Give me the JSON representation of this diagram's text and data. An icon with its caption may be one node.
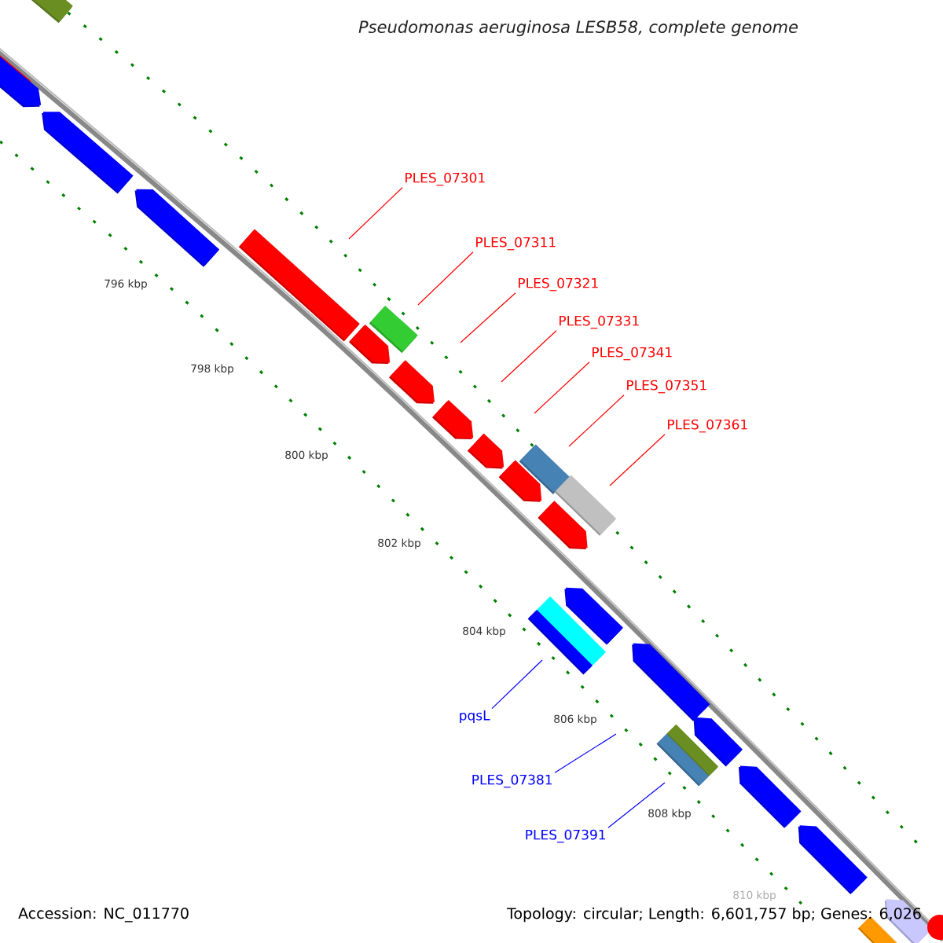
{
  "diagram": {
    "title": "Pseudomonas aeruginosa LESB58, complete genome",
    "nodes": [
      {
        "text": [
          "PLES_07301"
        ]
      },
      {
        "text": [
          "PLES_07311"
        ]
      },
      {
        "text": [
          "PLES_07321"
        ]
      },
      {
        "text": [
          "PLES_07331"
        ]
      },
      {
        "text": [
          "PLES_07341"
        ]
      },
      {
        "text": [
          "PLES_07351"
        ]
      },
      {
        "text": [
          "PLES_07361"
        ]
      },
      {
        "text": [
          "pqsL"
        ]
      },
      {
        "text": [
          "PLES_07381"
        ]
      },
      {
        "text": [
          "PLES_07391"
        ]
      }
    ],
    "edges": [
      {
        "from": 0,
        "to": null,
        "arrow": "none"
      },
      {
        "from": 1,
        "to": null,
        "arrow": "none"
      },
      {
        "from": 2,
        "to": null,
        "arrow": "none"
      },
      {
        "from": 3,
        "to": null,
        "arrow": "none"
      },
      {
        "from": 4,
        "to": null,
        "arrow": "none"
      },
      {
        "from": 5,
        "to": null,
        "arrow": "none"
      },
      {
        "from": 6,
        "to": null,
        "arrow": "none"
      },
      {
        "from": 7,
        "to": null,
        "arrow": "none",
        "color": "#0000ff"
      },
      {
        "from": 8,
        "to": null,
        "arrow": "none",
        "color": "#0000ff"
      },
      {
        "from": 9,
        "to": null,
        "arrow": "none",
        "color": "#0000ff"
      }
    ],
    "labels": [
      "796 kbp",
      "798 kbp",
      "800 kbp",
      "802 kbp",
      "804 kbp",
      "806 kbp",
      "808 kbp",
      "810 kbp",
      "Accession: NC_011770",
      "Topology: circular; Length: 6,601,757 bp; Genes: 6,026"
    ]
  }
}
